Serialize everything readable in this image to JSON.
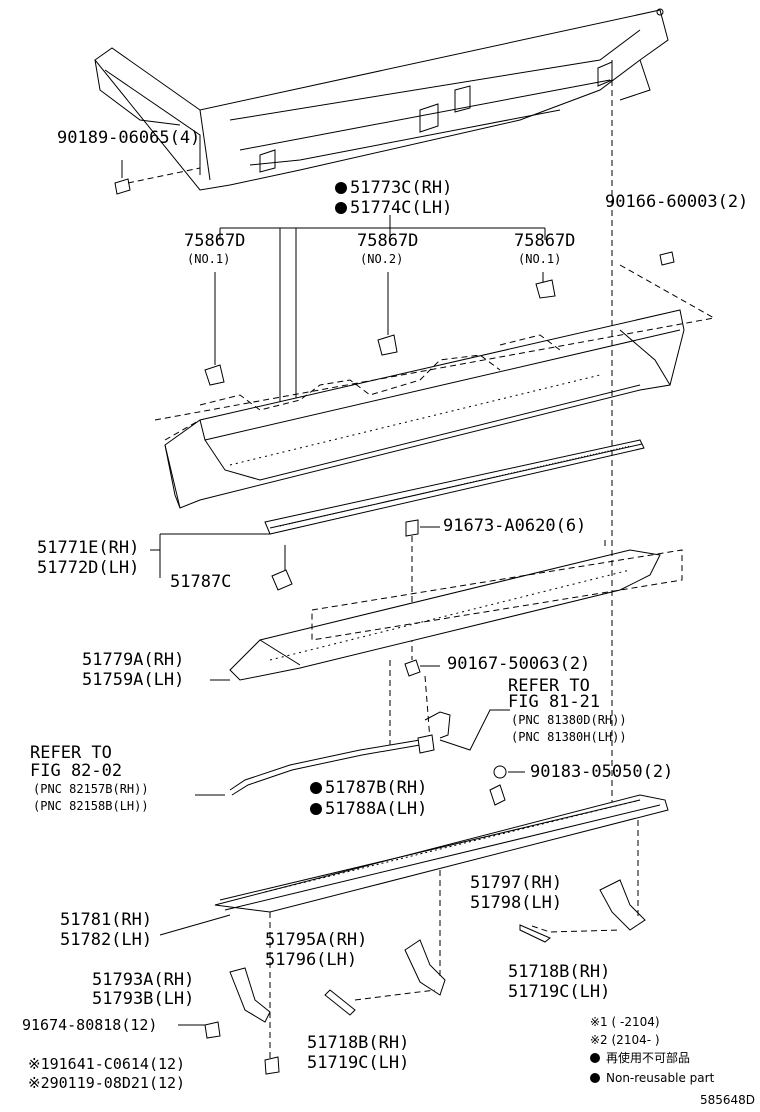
{
  "labels": {
    "bolt_90189": "90189-06065(4)",
    "p51773": "51773C(RH)",
    "p51774": "51774C(LH)",
    "p90166": "90166-60003(2)",
    "clip_a_num": "75867D",
    "clip_a_sub": "(NO.1)",
    "clip_b_num": "75867D",
    "clip_b_sub": "(NO.2)",
    "clip_c_num": "75867D",
    "clip_c_sub": "(NO.1)",
    "p91673": "91673-A0620(6)",
    "p51771": "51771E(RH)",
    "p51772": "51772D(LH)",
    "p51787c": "51787C",
    "p51779": "51779A(RH)",
    "p51759": "51759A(LH)",
    "p90167": "90167-50063(2)",
    "ref1_a": "REFER TO",
    "ref1_b": "FIG 81-21",
    "ref1_c": "(PNC 81380D(RH))",
    "ref1_d": "(PNC 81380H(LH))",
    "ref2_a": "REFER TO",
    "ref2_b": "FIG 82-02",
    "ref2_c": "(PNC 82157B(RH))",
    "ref2_d": "(PNC 82158B(LH))",
    "p90183": "90183-05050(2)",
    "p51787b": "51787B(RH)",
    "p51788a": "51788A(LH)",
    "p51797": "51797(RH)",
    "p51798": "51798(LH)",
    "p51781": "51781(RH)",
    "p51782": "51782(LH)",
    "p51795": "51795A(RH)",
    "p51796": "51796(LH)",
    "p51718b_r": "51718B(RH)",
    "p51719c_r": "51719C(LH)",
    "p51793a": "51793A(RH)",
    "p51793b": "51793B(LH)",
    "p91674": "91674-80818(12)",
    "p51718b_l": "51718B(RH)",
    "p51719c_l": "51719C(LH)",
    "p91641": "※191641-C0614(12)",
    "p90119": "※290119-08D21(12)"
  },
  "legend": {
    "note1": "※1 (      -2104)",
    "note2": "※2 (2104-      )",
    "jp": "再使用不可部品",
    "en": "Non-reusable part"
  },
  "diagram_id": "585648D"
}
